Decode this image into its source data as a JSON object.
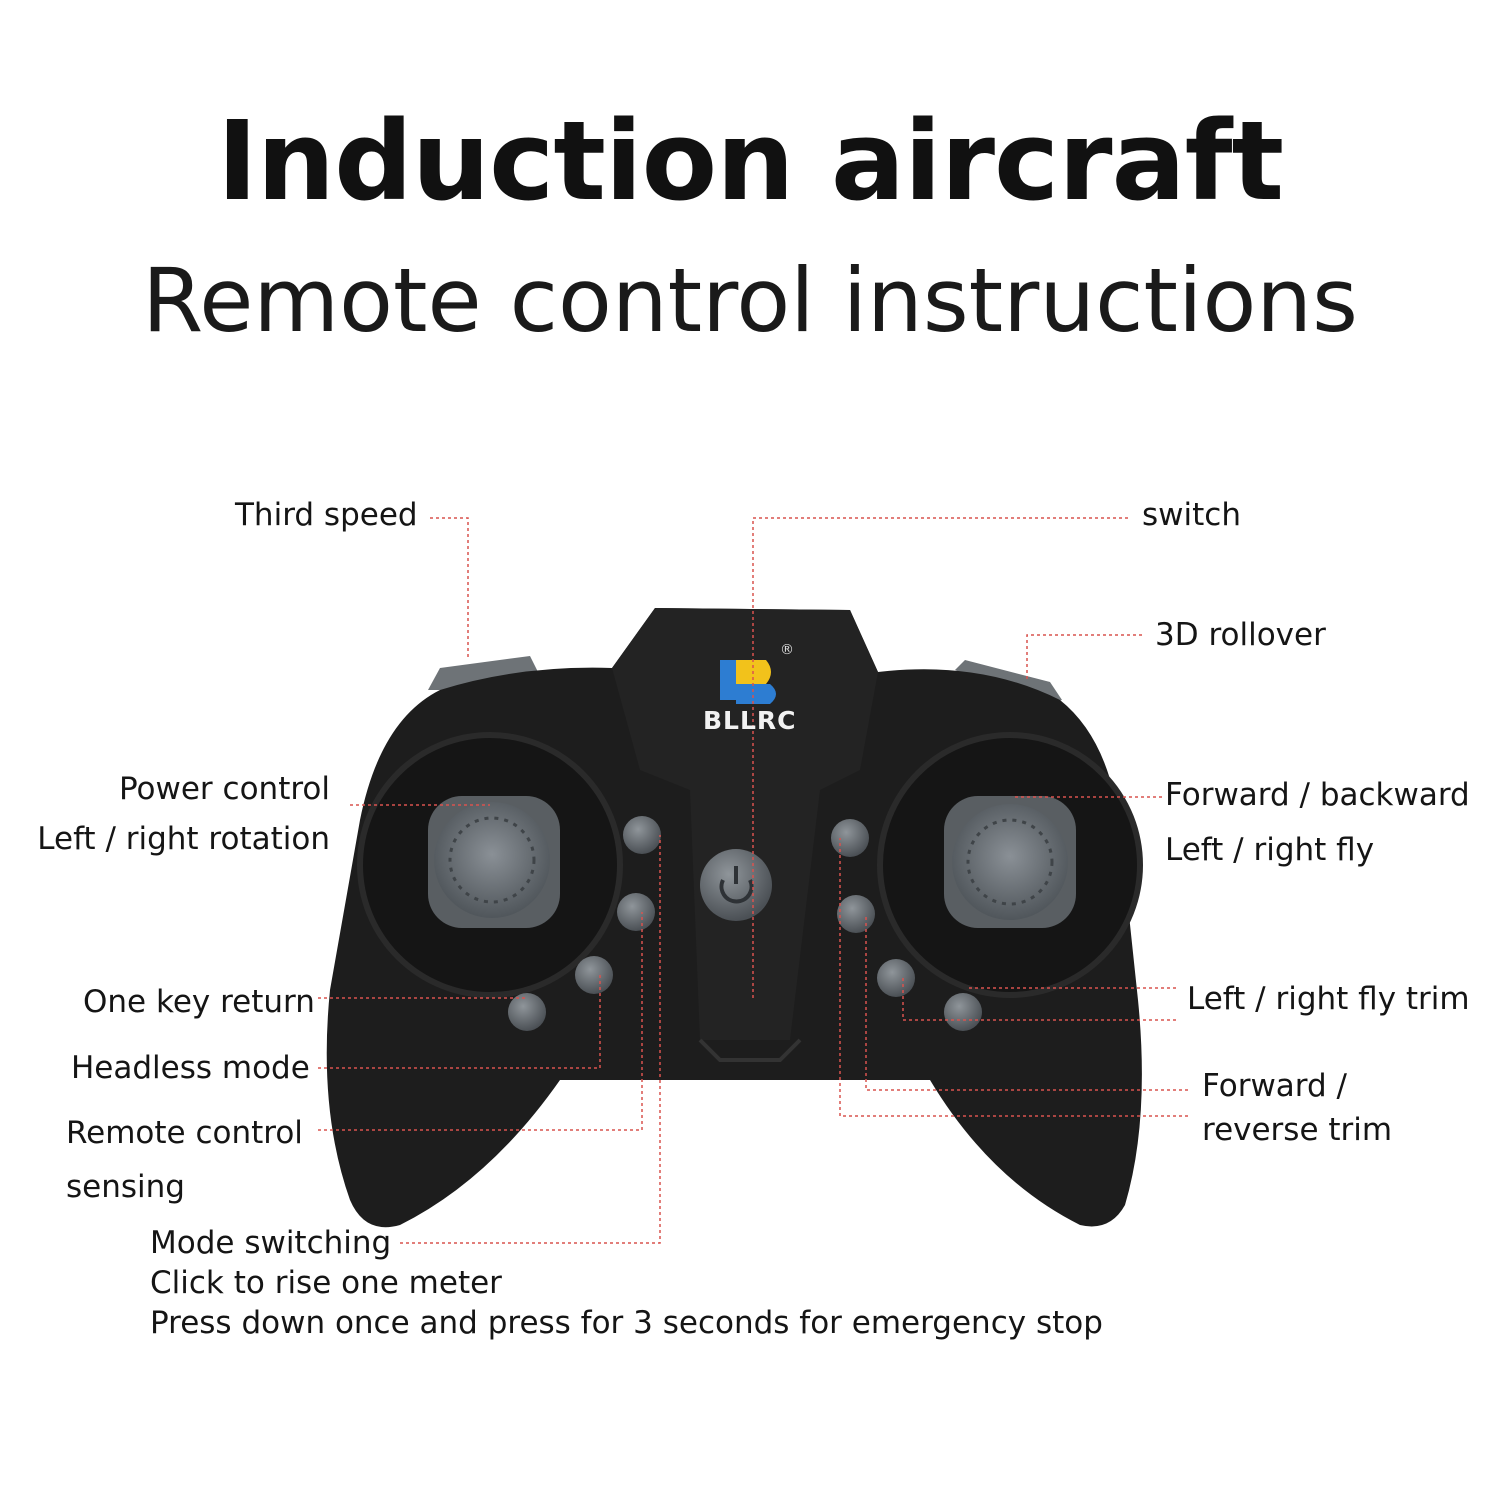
{
  "header": {
    "title": "Induction aircraft",
    "subtitle": "Remote control instructions"
  },
  "brand": {
    "name": "BLLRC",
    "registered": "®"
  },
  "labels": {
    "third_speed": "Third speed",
    "switch": "switch",
    "rollover": "3D rollover",
    "power_control": "Power control",
    "left_right_rotation": "Left / right rotation",
    "forward_backward": "Forward / backward",
    "left_right_fly": "Left / right fly",
    "one_key_return": "One key return",
    "headless_mode": "Headless mode",
    "remote_control": "Remote control",
    "sensing": "sensing",
    "left_right_fly_trim": "Left / right fly trim",
    "forward_trim_1": "Forward /",
    "forward_trim_2": "reverse trim",
    "mode_switching": "Mode switching",
    "click_rise": "Click to rise one meter",
    "emergency_stop": "Press down once and press for 3 seconds for emergency stop"
  },
  "colors": {
    "leader_line": "#d9534f",
    "body": "#1c1c1c",
    "button": "#5f6468"
  }
}
